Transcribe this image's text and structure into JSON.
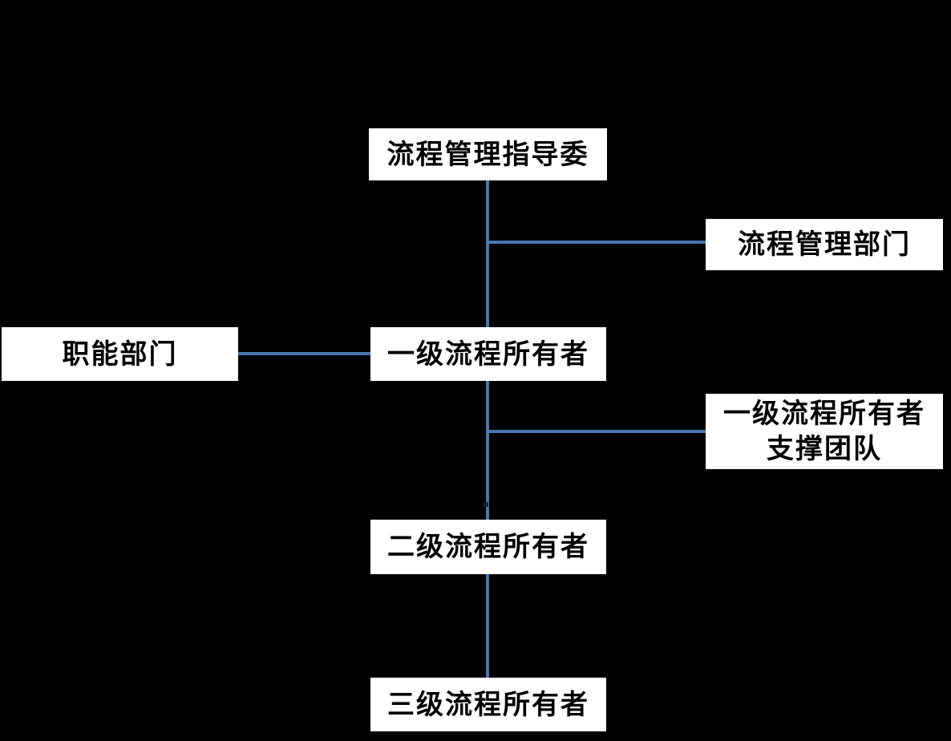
{
  "diagram": {
    "background_color": "#000000",
    "node_fill_color": "#ffffff",
    "node_text_color": "#000000",
    "connector_color": "#4a76b2",
    "nodes": {
      "steering_committee": {
        "label": "流程管理指导委"
      },
      "process_mgmt_dept": {
        "label": "流程管理部门"
      },
      "functional_dept": {
        "label": "职能部门"
      },
      "l1_process_owner": {
        "label": "一级流程所有者"
      },
      "l1_support_team": {
        "label": "一级流程所有者\n支撑团队"
      },
      "l2_process_owner": {
        "label": "二级流程所有者"
      },
      "l3_process_owner": {
        "label": "三级流程所有者"
      }
    },
    "edges": [
      {
        "from": "steering_committee",
        "to": "l1_process_owner",
        "type": "vertical"
      },
      {
        "from": "steering_committee",
        "to": "process_mgmt_dept",
        "type": "branch-right"
      },
      {
        "from": "functional_dept",
        "to": "l1_process_owner",
        "type": "horizontal"
      },
      {
        "from": "l1_process_owner",
        "to": "l1_support_team",
        "type": "branch-right"
      },
      {
        "from": "l1_process_owner",
        "to": "l2_process_owner",
        "type": "vertical"
      },
      {
        "from": "l2_process_owner",
        "to": "l3_process_owner",
        "type": "vertical"
      }
    ]
  }
}
